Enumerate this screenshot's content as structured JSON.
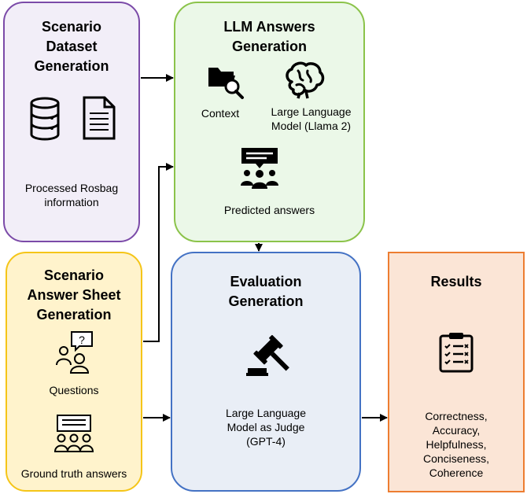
{
  "scenario_dataset": {
    "title_lines": [
      "Scenario",
      "Dataset",
      "Generation"
    ],
    "label_lines": [
      "Processed Rosbag",
      "information"
    ],
    "icons": [
      "database-icon",
      "document-icon"
    ],
    "color": "#7b4aa8"
  },
  "llm_answers": {
    "title_lines": [
      "LLM Answers",
      "Generation"
    ],
    "context_label": "Context",
    "llm_label_lines": [
      "Large Language",
      "Model (Llama 2)"
    ],
    "predicted_label": "Predicted answers",
    "icons": [
      "folder-search-icon",
      "brain-icon",
      "group-chat-icon"
    ],
    "color": "#8bc34a"
  },
  "answer_sheet": {
    "title_lines": [
      "Scenario",
      "Answer Sheet",
      "Generation"
    ],
    "questions_label": "Questions",
    "ground_truth_label": "Ground truth answers",
    "icons": [
      "question-people-icon",
      "presentation-people-icon"
    ],
    "color": "#f5c518"
  },
  "evaluation": {
    "title_lines": [
      "Evaluation",
      "Generation"
    ],
    "label_lines": [
      "Large Language",
      "Model as Judge",
      "(GPT-4)"
    ],
    "icons": [
      "gavel-icon"
    ],
    "color": "#4472c4"
  },
  "results": {
    "title": "Results",
    "metrics": [
      "Correctness,",
      "Accuracy,",
      "Helpfulness,",
      "Conciseness,",
      "Coherence"
    ],
    "icons": [
      "clipboard-checklist-icon"
    ],
    "color": "#ed7d31"
  }
}
